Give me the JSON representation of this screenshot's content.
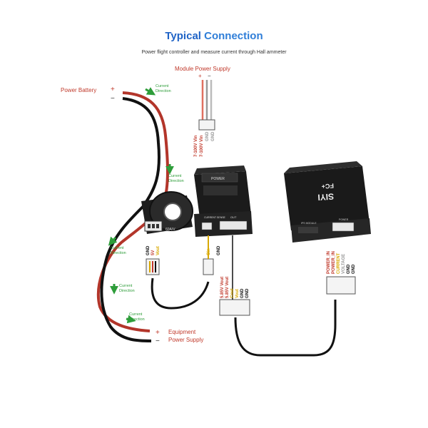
{
  "header": {
    "title_part1": "Typical ",
    "title_part2": "Connection",
    "subtitle": "Power flight controller and measure current through Hall ammeter"
  },
  "labels": {
    "module_power_supply": "Module Power Supply",
    "plus": "+",
    "minus": "−",
    "power_battery": "Power Battery",
    "equipment": "Equipment",
    "power_supply": "Power Supply",
    "current": "Current",
    "direction": "Direction",
    "vin1": "7-100V  Vin",
    "vin2": "7-100V  Vin",
    "gnd": "GND",
    "hall_gnd": "GND",
    "hall_5v": "5V",
    "hall_vout": "Vout",
    "cin": "Cin",
    "out_585a": "5.85V Vout",
    "out_585b": "5.85V Vout",
    "out_cout": "Cout",
    "out_vout": "Vout",
    "fc_power_in1": "POWER_IN",
    "fc_power_in2": "POWER_IN",
    "fc_current": "CURRENT",
    "fc_voltage": "VOLTAGE",
    "hall_model": "60A/V",
    "module_power": "POWER",
    "module_current_sense": "CURRENT SENSE",
    "module_out": "OUT",
    "fc_brand": "SIYI",
    "fc_model": "FC+",
    "fc_port_power": "POWER",
    "fc_port_io": "IPS  MODULE"
  },
  "colors": {
    "red_wire": "#b3352a",
    "black_wire": "#111111",
    "green_arrow": "#2e9d3a",
    "label_red": "#c0392b",
    "yellow": "#d8a800",
    "blue_title": "#1f63c6"
  },
  "icons": {
    "arrow": "green-arrow-icon"
  }
}
